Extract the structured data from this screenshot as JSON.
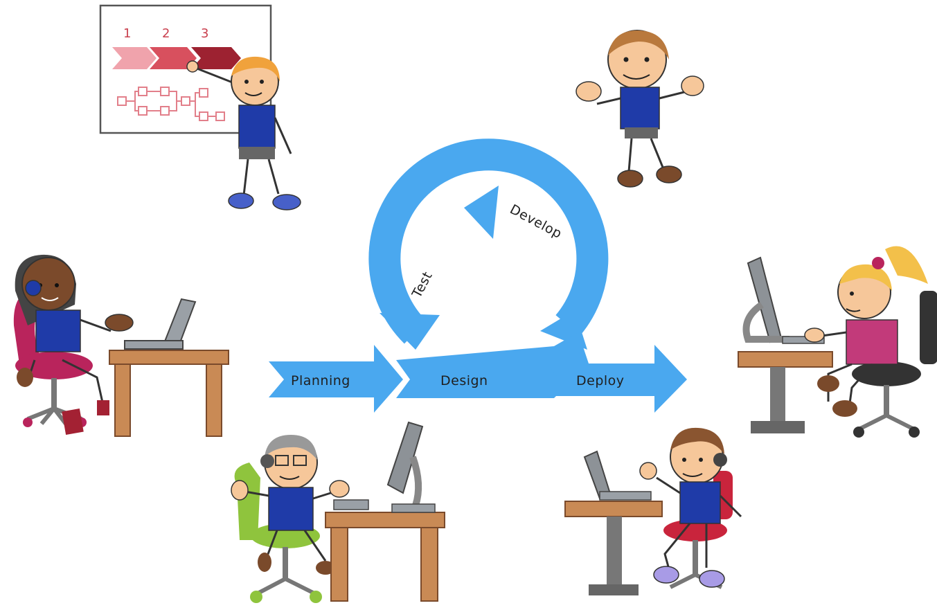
{
  "stages": {
    "planning": "Planning",
    "design": "Design",
    "deploy": "Deploy",
    "develop": "Develop",
    "test": "Test"
  },
  "board": {
    "step1": "1",
    "step2": "2",
    "step3": "3"
  },
  "colors": {
    "arrow": "#4aa8ef",
    "shirt": "#1f3ba8",
    "desk": "#c98a55",
    "board_pink": "#f0a3ac",
    "board_red": "#d8505e",
    "board_dark": "#9d2231"
  },
  "people": [
    "presenter-at-board",
    "standing-person",
    "woman-with-headset-at-laptop",
    "woman-with-ponytail-at-computer",
    "man-with-glasses-at-computer",
    "man-with-headset-at-laptop"
  ]
}
